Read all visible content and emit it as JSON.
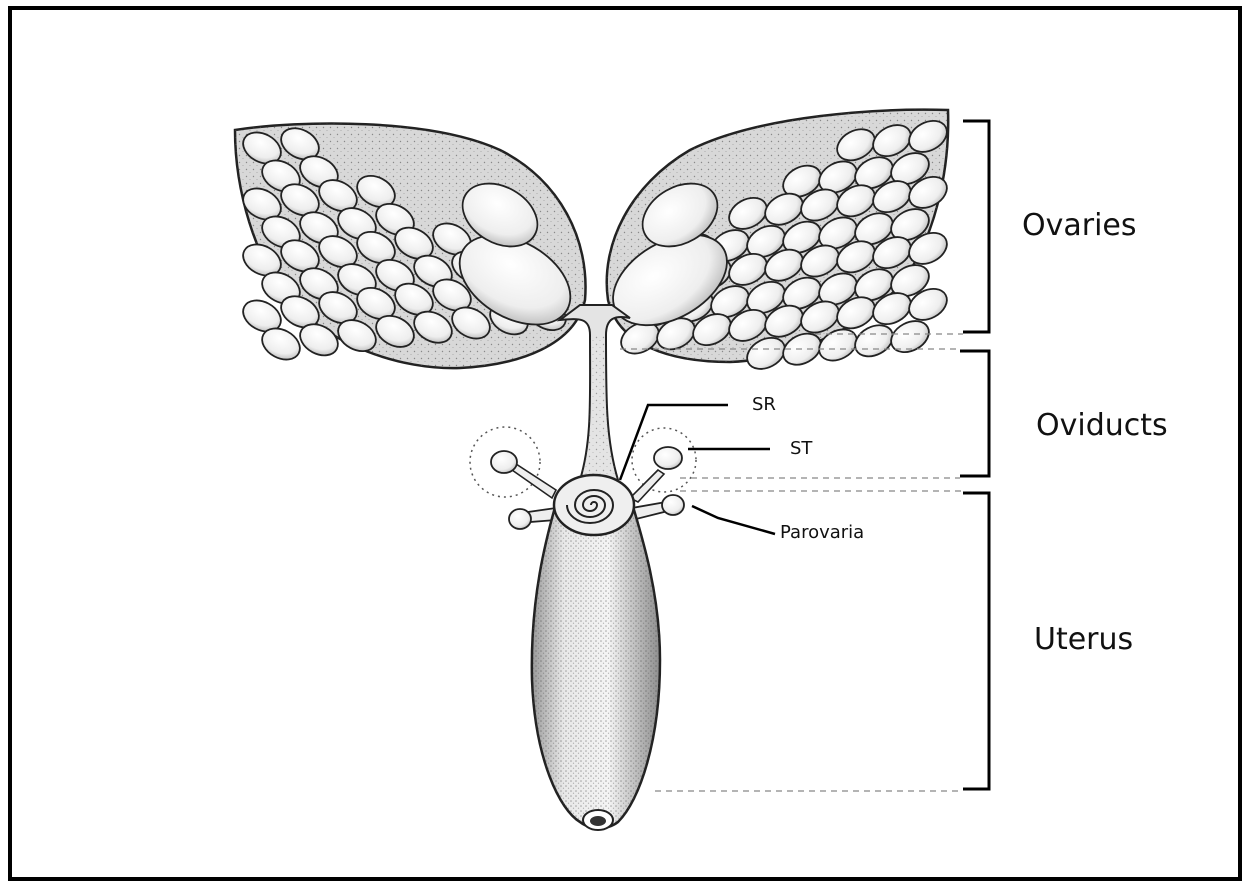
{
  "labels": {
    "ovaries": "Ovaries",
    "oviducts": "Oviducts",
    "uterus": "Uterus",
    "sr": "SR",
    "st": "ST",
    "parovaria": "Parovaria"
  }
}
